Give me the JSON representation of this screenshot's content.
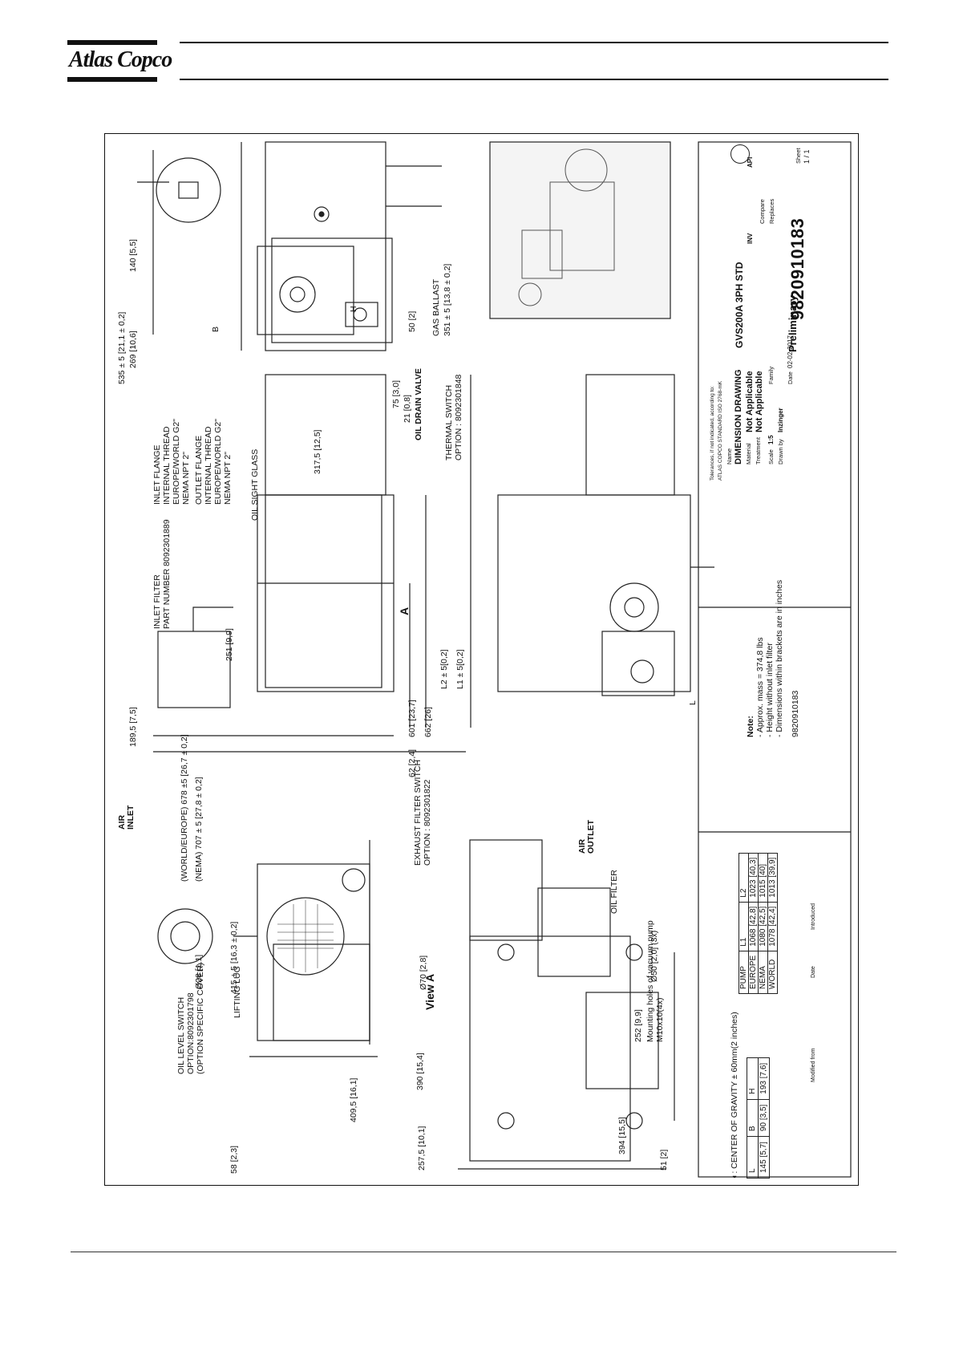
{
  "header": {
    "logo": "Atlas Copco"
  },
  "notes": {
    "air_inlet": "AIR\nINLET",
    "air_outlet": "AIR\nOUTLET",
    "inlet_filter": "INLET FILTER",
    "inlet_filter_pn": "PART NUMBER 8092301889",
    "inlet_flange": "INLET FLANGE",
    "inlet_thread": "INTERNAL THREAD",
    "inlet_eu": "EUROPE/WORLD G2\"",
    "inlet_nema": "NEMA NPT 2\"",
    "outlet_flange": "OUTLET FLANGE",
    "outlet_thread": "INTERNAL THREAD",
    "outlet_eu": "EUROPE/WORLD G2\"",
    "outlet_nema": "NEMA NPT 2\"",
    "oil_sight_glass": "OIL SIGHT GLASS",
    "oil_drain_valve": "OIL DRAIN VALVE",
    "thermal_switch": "THERMAL SWITCH",
    "thermal_switch_opt": "OPTION : 8092301848",
    "gas_ballast": "GAS BALLAST",
    "oil_level_switch": "OIL LEVEL SWITCH",
    "oil_level_opt": "OPTION:8092301798",
    "oil_level_cover": "(OPTION SPECIFIC COVER)",
    "lifting_lug": "LIFTING LUG",
    "exhaust_filter_switch": "EXHAUST FILTER SWITCH",
    "exhaust_filter_opt": "OPTION : 8092301822",
    "oil_filter": "OIL FILTER",
    "view_a": "View A",
    "mounting_holes": "Mounting holes of vacuum pump",
    "mounting_thread": "M10x10(4x)",
    "arrow_a": "A"
  },
  "dimensions": {
    "d535": "535 ± 5 [21,1 ± 0,2]",
    "d269": "269 [10,6]",
    "d140": "140 [5,5]",
    "d50": "50 [2]",
    "d351": "351 ± 5 [13,8 ± 0,2]",
    "d75": "75 [3,0]",
    "d21": "21 [0,8]",
    "d317": "317,5 [12,5]",
    "d189": "189,5 [7,5]",
    "d251": "251 [9,9]",
    "d62": "62 [2,4]",
    "d601": "601 [23,7]",
    "d662": "662 [26]",
    "dL2": "L2 ± 5[0,2]",
    "dL1": "L1 ± 5[0,2]",
    "d678": "(WORLD/EUROPE) 678 ±5 [26,7 ± 0,2]",
    "d707": "(NEMA) 707 ± 5 [27,8 ± 0,2]",
    "d415": "415 ± 5 [16,3 ± 0,2]",
    "d409": "409,5 [16,1]",
    "d28": "Ø28 [1,1]",
    "d58": "58 [2,3]",
    "d70": "Ø70 [2,8]",
    "d390": "390 [15,4]",
    "d257": "257,5 [10,1]",
    "d252": "252 [9,9]",
    "d394": "394 [15,5]",
    "d51": "51 [2]",
    "d50x": "Ø50 [2,0] (3x)",
    "B": "B",
    "H": "H",
    "L": "L"
  },
  "pump_table": {
    "headers": [
      "PUMP",
      "L1",
      "L2"
    ],
    "rows": [
      [
        "EUROPE",
        "1068 [42,8]",
        "1023 [40,3]"
      ],
      [
        "NEMA",
        "1080 [42,5]",
        "1015 [40]"
      ],
      [
        "WORLD",
        "1078 [42,4]",
        "1013 [39,9]"
      ]
    ]
  },
  "cog_table": {
    "title": ": CENTER OF GRAVITY ± 60mm(2 inches)",
    "headers": [
      "L",
      "B",
      "H"
    ],
    "row": [
      "145 [5,7]",
      "90 [3,5]",
      "193 [7,6]"
    ]
  },
  "note_block": {
    "title": "Note:",
    "lines": [
      "- Approx. mass = 374,8 lbs",
      "- Height without inlet filter",
      "- Dimensions within brackets are in inches"
    ]
  },
  "revision": {
    "c1": "Modified from",
    "c2": "Date",
    "c3": "Introduced"
  },
  "title_block": {
    "name_label": "Name",
    "name": "DIMENSION DRAWING",
    "material_label": "Material",
    "material": "Not Applicable",
    "treatment_label": "Treatment",
    "treatment": "Not Applicable",
    "product": "GVS200A 3PH STD",
    "scale_label": "Scale",
    "scale": "1:5",
    "drawn_label": "Drawn by",
    "drawn": "Inzinger",
    "status": "Preliminary",
    "date_label": "Date",
    "date": "02-02-2017",
    "number": "9820910183",
    "sheet_label": "Sheet",
    "sheet": "1 / 1",
    "ref_number": "9820910183",
    "replaces_label": "Replaces",
    "compare_label": "Compare",
    "family_label": "Family",
    "tolerances": "Tolerances, if not indicated, according to:",
    "standard": "ATLAS COPCO STANDARD ISO 2768-mK",
    "inv": "INV",
    "api": "API"
  }
}
